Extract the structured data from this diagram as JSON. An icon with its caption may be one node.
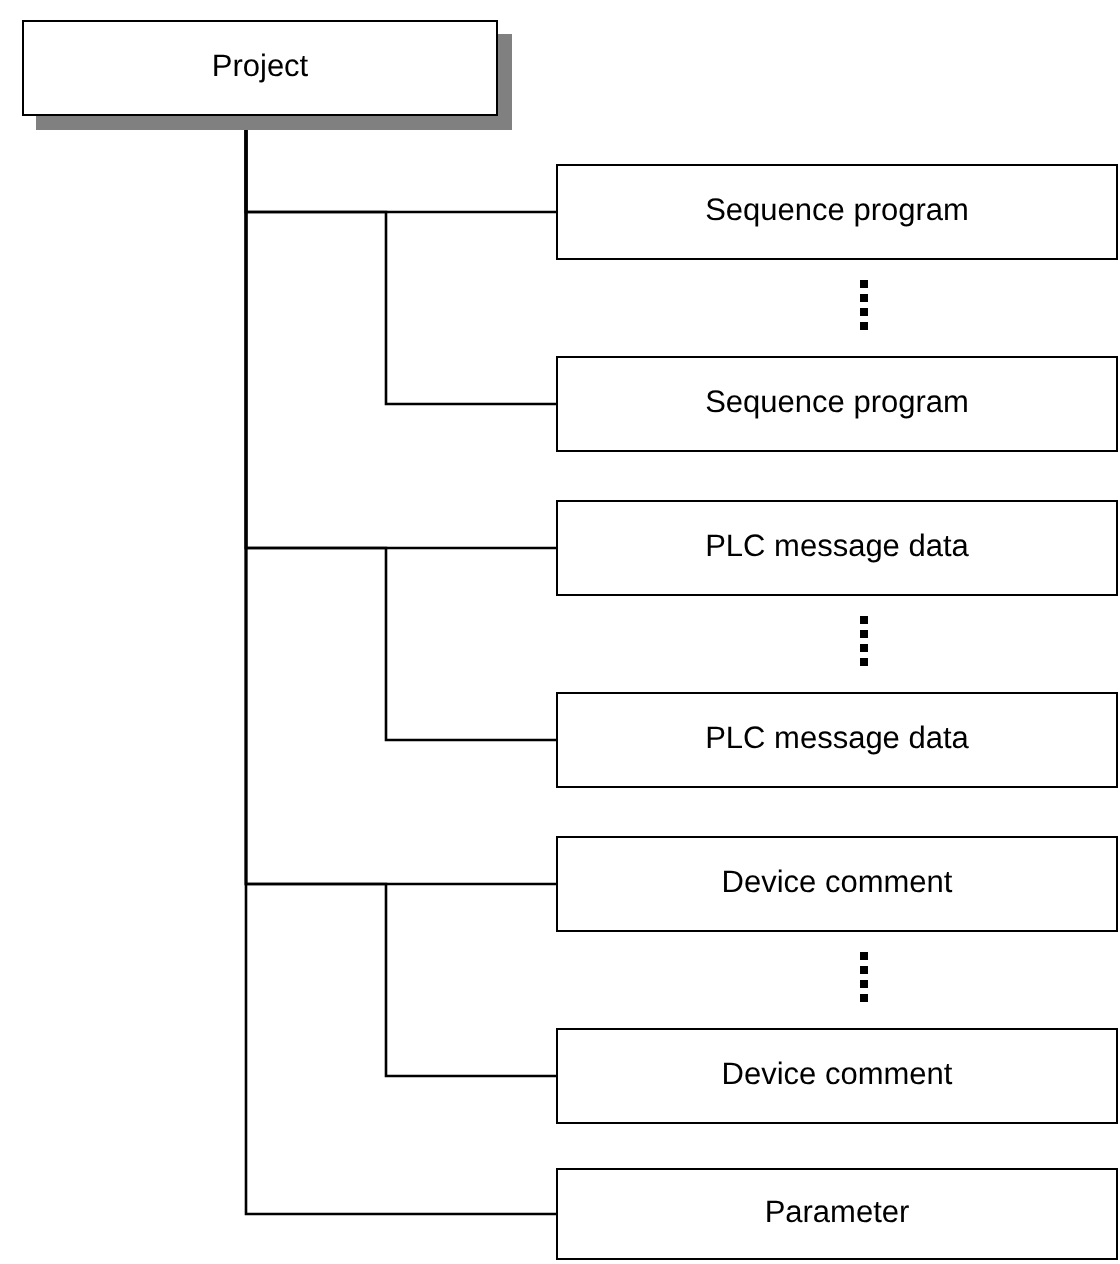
{
  "diagram": {
    "nodes": [
      {
        "text": [
          "Project"
        ]
      },
      {
        "text": [
          "Sequence program"
        ]
      },
      {
        "text": [
          "Sequence program"
        ]
      },
      {
        "text": [
          "PLC message data"
        ]
      },
      {
        "text": [
          "PLC message data"
        ]
      },
      {
        "text": [
          "Device comment"
        ]
      },
      {
        "text": [
          "Device comment"
        ]
      },
      {
        "text": [
          "Parameter"
        ]
      }
    ],
    "edges": [
      {
        "from": 0,
        "to": 1,
        "arrow": "none"
      },
      {
        "from": 0,
        "to": 2,
        "arrow": "none"
      },
      {
        "from": 0,
        "to": 3,
        "arrow": "none"
      },
      {
        "from": 0,
        "to": 4,
        "arrow": "none"
      },
      {
        "from": 0,
        "to": 5,
        "arrow": "none"
      },
      {
        "from": 0,
        "to": 6,
        "arrow": "none"
      },
      {
        "from": 0,
        "to": 7,
        "arrow": "none"
      }
    ]
  }
}
